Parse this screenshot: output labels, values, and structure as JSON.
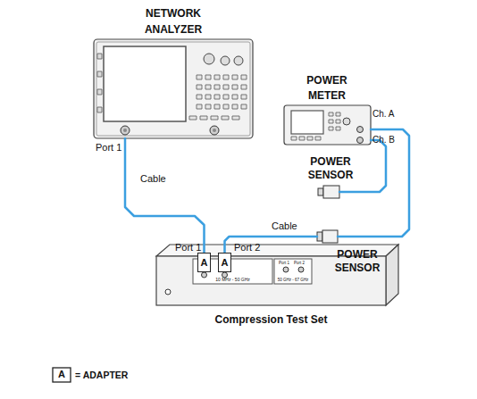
{
  "diagram": {
    "nodes": [
      {
        "text": [
          "NETWORK ANALYZER"
        ]
      },
      {
        "text": [
          "POWER METER",
          "Ch. A",
          "Ch. B"
        ]
      },
      {
        "text": [
          "POWER SENSOR"
        ]
      },
      {
        "text": [
          "POWER SENSOR"
        ]
      },
      {
        "text": [
          "Compression Test Set"
        ]
      },
      {
        "text": [
          "A"
        ],
        "in": 4
      },
      {
        "text": [
          "A"
        ],
        "in": 4
      }
    ],
    "edges": [
      {
        "from": 0,
        "to": 5,
        "label": "Cable",
        "arrow": "none"
      },
      {
        "from": 6,
        "to": 3,
        "label": "Cable",
        "arrow": "none"
      },
      {
        "from": 2,
        "to": 1,
        "arrow": "none"
      },
      {
        "from": 3,
        "to": 1,
        "arrow": "none"
      }
    ],
    "labels": [
      "Port 1",
      "Port 1",
      "Port 2",
      "10 MHz - 50 GHz",
      "Port 1",
      "Port 2",
      "50 GHz - 67 GHz",
      "A"
    ],
    "legend": [
      {
        "text": "= ADAPTER"
      }
    ]
  }
}
